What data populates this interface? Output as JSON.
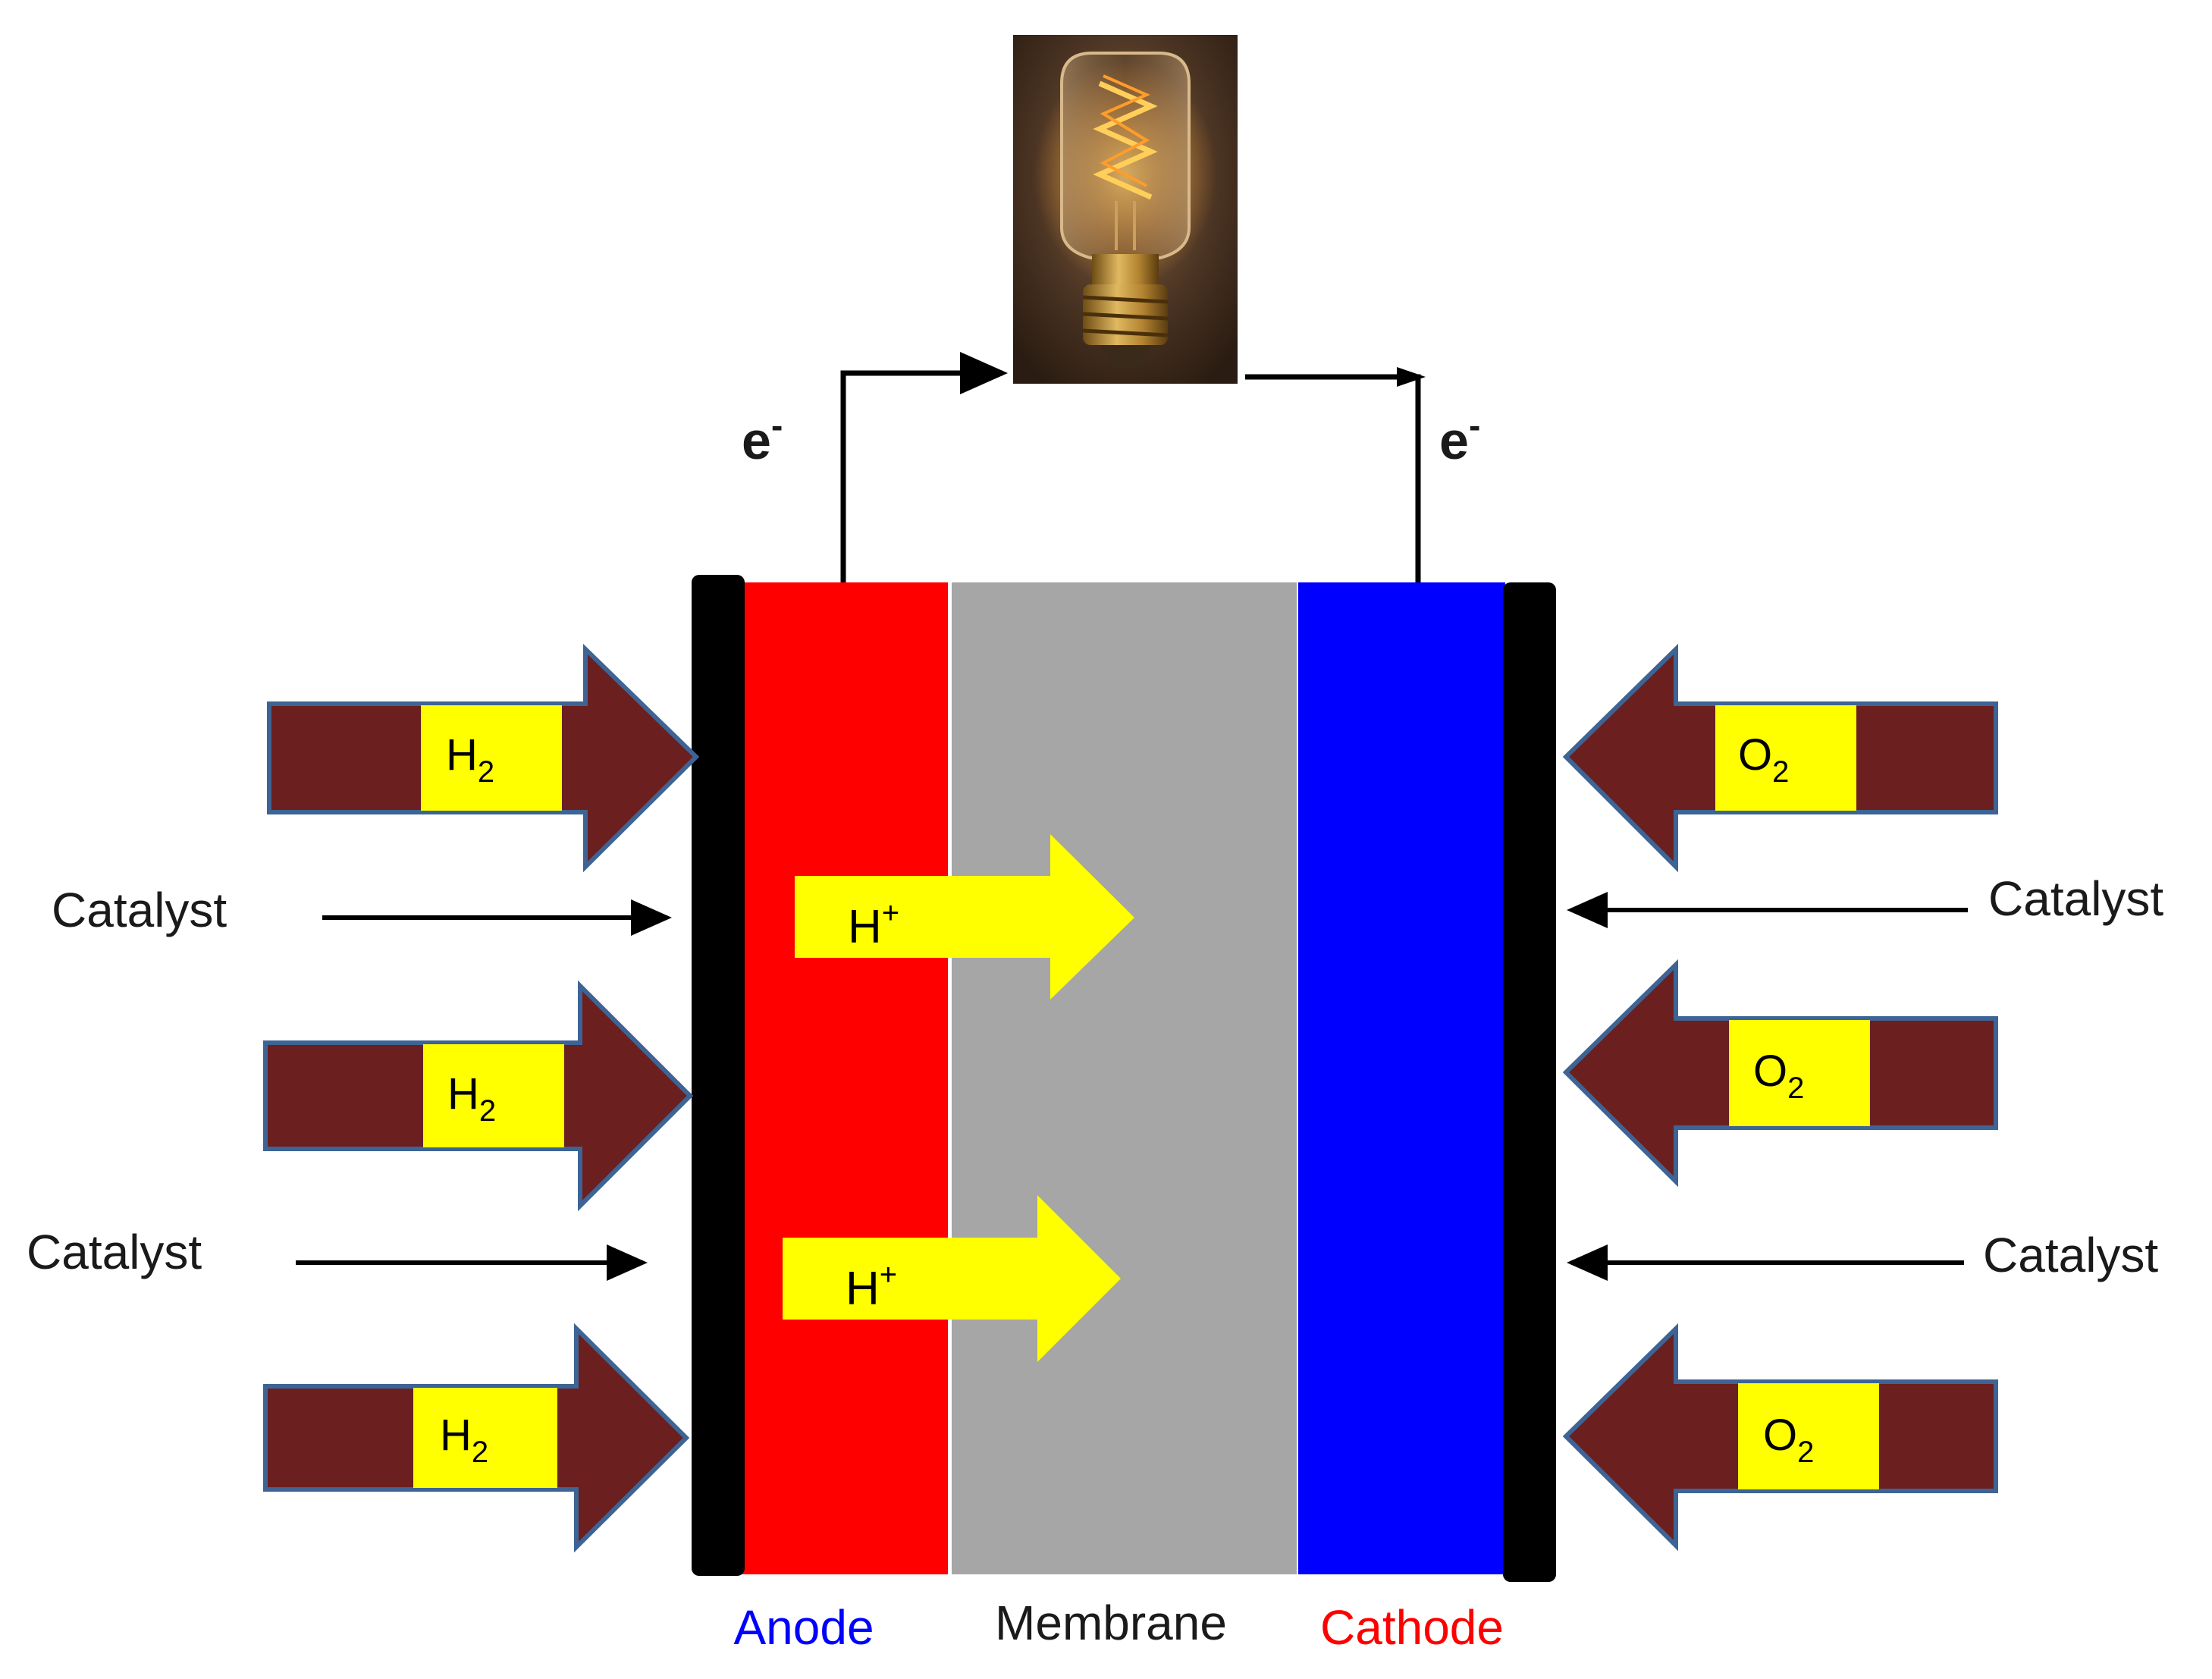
{
  "colors": {
    "anode": "#ff0000",
    "membrane": "#a6a6a6",
    "cathode": "#0000ff",
    "plate": "#000000",
    "gas_arrow_fill": "#6b1f1f",
    "gas_arrow_stroke": "#3d6494",
    "label_box": "#ffff00",
    "proton_arrow": "#ffff00",
    "anode_label": "#0000ff",
    "cathode_label": "#ff0000",
    "text": "#1a1a1a"
  },
  "electron": {
    "base": "e",
    "sup": "-"
  },
  "layers": {
    "anode": "Anode",
    "membrane": "Membrane",
    "cathode": "Cathode"
  },
  "inputs": {
    "hydrogen": {
      "base": "H",
      "sub": "2"
    },
    "oxygen": {
      "base": "O",
      "sub": "2"
    }
  },
  "proton": {
    "base": "H",
    "sup": "+"
  },
  "catalyst": [
    "Catalyst",
    "Catalyst",
    "Catalyst",
    "Catalyst"
  ],
  "icons": {
    "bulb": "light-bulb-icon"
  }
}
